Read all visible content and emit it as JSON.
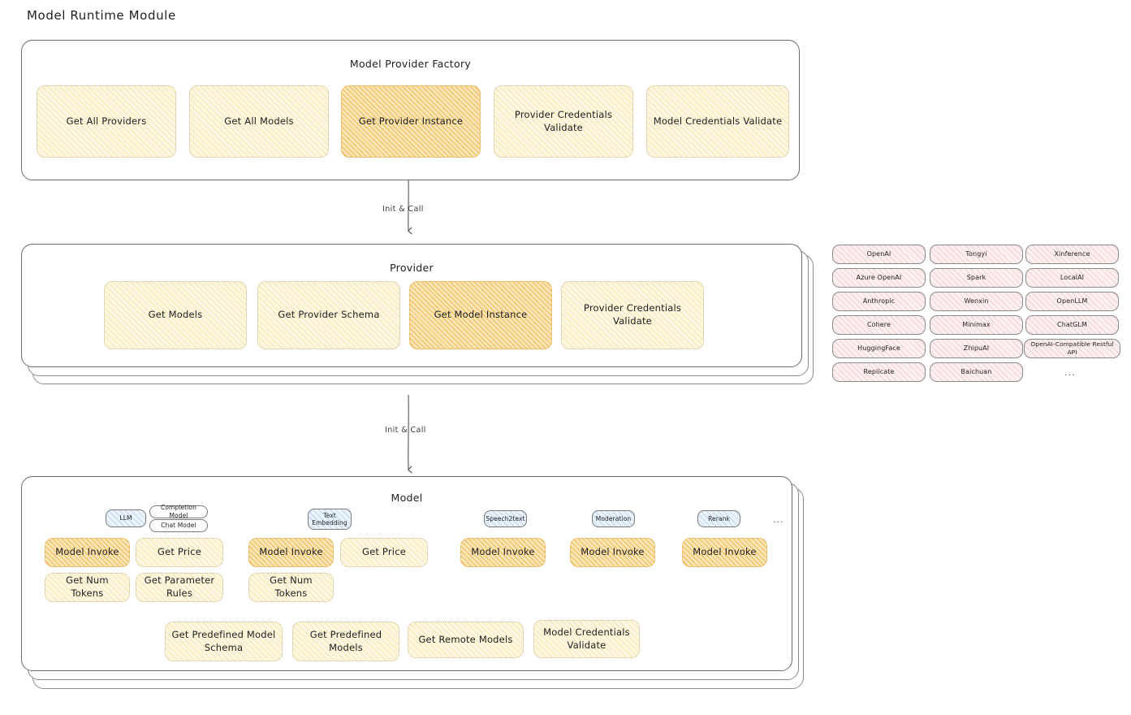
{
  "diagram": {
    "title": "Model Runtime Module",
    "type": "architecture-diagram",
    "style": "hand-drawn",
    "colors": {
      "node_light": "#fdf6e0",
      "node_highlight": "#fbe6bb",
      "provider_chip": "#fdf0f0",
      "model_type_chip": "#eaf3fb",
      "stroke": "#1e1e1e"
    }
  },
  "factory": {
    "title": "Model Provider Factory",
    "nodes": [
      {
        "label": "Get All Providers",
        "highlight": false
      },
      {
        "label": "Get All Models",
        "highlight": false
      },
      {
        "label": "Get Provider Instance",
        "highlight": true
      },
      {
        "label": "Provider Credentials Validate",
        "highlight": false
      },
      {
        "label": "Model Credentials Validate",
        "highlight": false
      }
    ]
  },
  "edges": [
    {
      "label": "Init & Call",
      "from": "factory",
      "to": "provider"
    },
    {
      "label": "Init & Call",
      "from": "provider",
      "to": "model"
    }
  ],
  "provider": {
    "title": "Provider",
    "nodes": [
      {
        "label": "Get Models",
        "highlight": false
      },
      {
        "label": "Get Provider Schema",
        "highlight": false
      },
      {
        "label": "Get Model Instance",
        "highlight": true
      },
      {
        "label": "Provider Credentials Validate",
        "highlight": false
      }
    ]
  },
  "provider_list": {
    "columns": [
      [
        "OpenAI",
        "Azure OpenAI",
        "Anthropic",
        "Cohere",
        "HuggingFace",
        "Replicate"
      ],
      [
        "Tongyi",
        "Spark",
        "Wenxin",
        "Minimax",
        "ZhipuAI",
        "Baichuan"
      ],
      [
        "Xinference",
        "LocalAI",
        "OpenLLM",
        "ChatGLM",
        "OpenAI-Compatible Restful API"
      ]
    ],
    "more": "..."
  },
  "model": {
    "title": "Model",
    "more": "...",
    "groups": [
      {
        "type": "LLM",
        "subtypes": [
          "Completion Model",
          "Chat Model"
        ],
        "nodes": [
          {
            "label": "Model Invoke",
            "highlight": true
          },
          {
            "label": "Get Price",
            "highlight": false
          },
          {
            "label": "Get Num Tokens",
            "highlight": false
          },
          {
            "label": "Get Parameter Rules",
            "highlight": false
          }
        ]
      },
      {
        "type": "Text Embedding",
        "subtypes": [],
        "nodes": [
          {
            "label": "Model Invoke",
            "highlight": true
          },
          {
            "label": "Get Price",
            "highlight": false
          },
          {
            "label": "Get Num Tokens",
            "highlight": false
          }
        ]
      },
      {
        "type": "Speech2text",
        "subtypes": [],
        "nodes": [
          {
            "label": "Model Invoke",
            "highlight": true
          }
        ]
      },
      {
        "type": "Moderation",
        "subtypes": [],
        "nodes": [
          {
            "label": "Model Invoke",
            "highlight": true
          }
        ]
      },
      {
        "type": "Rerank",
        "subtypes": [],
        "nodes": [
          {
            "label": "Model Invoke",
            "highlight": true
          }
        ]
      }
    ],
    "shared_nodes": [
      {
        "label": "Get Predefined Model Schema"
      },
      {
        "label": "Get Predefined Models"
      },
      {
        "label": "Get Remote Models"
      },
      {
        "label": "Model Credentials Validate"
      }
    ]
  }
}
